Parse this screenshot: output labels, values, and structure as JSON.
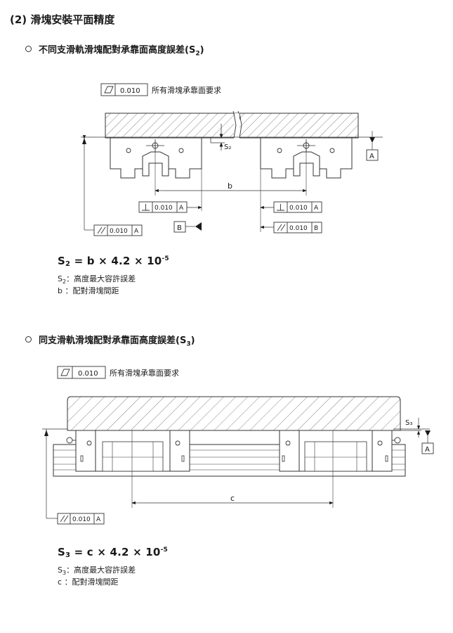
{
  "section_title": "(2) 滑塊安裝平面精度",
  "s2": {
    "heading_main": "不同支滑軌滑塊配對承靠面高度誤差(S",
    "heading_sub": "2",
    "heading_end": ")",
    "flatness_value": "0.010",
    "flatness_note": "所有滑塊承靠面要求",
    "perp_value": "0.010",
    "perp_ref": "A",
    "perp2_value": "0.010",
    "perp2_ref": "A",
    "par_value": "0.010",
    "par_ref": "A",
    "par2_value": "0.010",
    "par2_ref": "B",
    "datum_a": "A",
    "datum_b": "B",
    "dim_label": "b",
    "height_label": "S₂",
    "formula_lhs": "S",
    "formula_sub": "2",
    "formula_rhs": " = b × 4.2 × 10",
    "formula_exp": "-5",
    "note1_sym": "S",
    "note1_sub": "2",
    "note1_text": "：高度最大容許誤差",
    "note2_sym": "b",
    "note2_text": "：配對滑塊間距"
  },
  "s3": {
    "heading_main": "同支滑軌滑塊配對承靠面高度誤差(S",
    "heading_sub": "3",
    "heading_end": ")",
    "flatness_value": "0.010",
    "flatness_note": "所有滑塊承靠面要求",
    "par_value": "0.010",
    "par_ref": "A",
    "datum_a": "A",
    "dim_label": "c",
    "height_label": "S₃",
    "formula_lhs": "S",
    "formula_sub": "3",
    "formula_rhs": " = c × 4.2 × 10",
    "formula_exp": "-5",
    "note1_sym": "S",
    "note1_sub": "3",
    "note1_text": "：高度最大容許誤差",
    "note2_sym": "c",
    "note2_text": "：配對滑塊間距"
  }
}
